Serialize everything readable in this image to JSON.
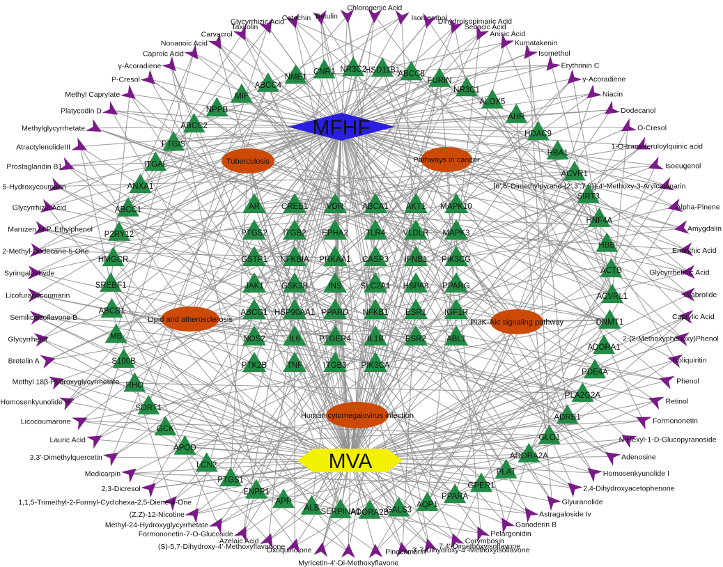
{
  "colors": {
    "compound": "#7a1a88",
    "target": "#228b45",
    "pathway": "#cc4a06",
    "mfhf": "#2a1ee0",
    "mva": "#f2f200",
    "edge": "#8f8f8f"
  },
  "hubs": {
    "mfhf": "MFHF",
    "mva": "MVA"
  },
  "pathways": [
    "Tuberculosis",
    "Pathways in cancer",
    "Lipid and atherosclerosis",
    "PI3K-Akt signaling pathway",
    "Human cytomegalovirus infection"
  ],
  "inner_grid_genes": [
    [
      "AR",
      "CREB1",
      "VDR",
      "ABCA1",
      "AKT1",
      "MAPK10"
    ],
    [
      "PTGS2",
      "ITGB2",
      "EPHA2",
      "TLR4",
      "VLDLR",
      "MAPK3"
    ],
    [
      "GSTP1",
      "NFKBIA",
      "PRKAA1",
      "CASP3",
      "IFNB1",
      "PIK3CG"
    ],
    [
      "JAK1",
      "GSK3B",
      "INS",
      "SLC2A1",
      "HSPA8",
      "PPARG"
    ],
    [
      "ABCG1",
      "HSP90AA1",
      "PPARD",
      "NFKB1",
      "ESR1",
      "IGF1R"
    ],
    [
      "NOS2",
      "IL6",
      "PTGER4",
      "IL1B",
      "ESR2",
      "ABL1"
    ],
    [
      "PTK2B",
      "TNF",
      "ITGB3",
      "PIK3CA"
    ]
  ],
  "ring_genes": [
    "ABCC8",
    "FURIN",
    "NR3C1",
    "ALOX5",
    "AHR",
    "HDAC9",
    "HBA1",
    "ACVR1",
    "SIRT3",
    "HNF4A",
    "HBB",
    "ACTB",
    "ACVRL1",
    "DNMT1",
    "ADORA1",
    "PDE4A",
    "PLA2G2A",
    "ADRB1",
    "GLO1",
    "ADORA2A",
    "PLAT",
    "GPER1",
    "PPARA",
    "AQP1",
    "GALS3",
    "ADORA2B",
    "SERPINA1",
    "ALB",
    "APP",
    "ENPP1",
    "PTGS1",
    "LCN2",
    "APOD",
    "GCK",
    "SORT1",
    "RHO",
    "S100B",
    "MB",
    "ABCB1",
    "SREBF1",
    "HMGCR",
    "P2RY12",
    "ABCC1",
    "ANXA1",
    "ITGAL",
    "PTGIS",
    "ABCC2",
    "NPPB",
    "MIF",
    "ABCC4",
    "NME1",
    "CNR1",
    "NR3C2",
    "HSD11B1"
  ],
  "compounds": [
    "Chlorogenic Acid",
    "Isomenthol",
    "Dihydroisopimaric Acid",
    "Sebacic Acid",
    "Anisic Acid",
    "Kumatakenin",
    "Isomethol",
    "Erythrinin C",
    "γ-Acoradiene",
    "Niacin",
    "Dodecanol",
    "O-Cresol",
    "1-O-trans-feruloylquinic acid",
    "Isoeugenol",
    "[6',6'-Dimethylpyrano-(2',3':7,8)]-4'-Methoxy-3-Arylcoumarin",
    "Alpha-Pinene",
    "Amygdalin",
    "Enanthic Acid",
    "Glycyrrhetinic Acid",
    "Glabrolide",
    "Caprylic Acid",
    "2-(2-Methoxyphenoxy)Phenol",
    "Isoliquiritin",
    "Phenol",
    "Retinol",
    "Formononetin",
    "N-Hexyl-1-D-Glucopyranoside",
    "Adenosine",
    "Homosenkyunolide I",
    "2,4-Dihydroxyacetophenone",
    "Glyuranolide",
    "Astragaloside Iv",
    "Ganoderin B",
    "Pelargonidin",
    "Corymbosin",
    "7,4'-Dimethoxyisoflavone",
    "3',7-Dihydroxy-4'-Methoxyisoflavone",
    "Pinocembrin",
    "Myricetin-4'-Di-Methoxyflavone",
    "Oxoquinolone",
    "(S)-5,7-Dihydroxy-4'-Methoxyflavanone",
    "Azelaic Acid",
    "Formononetin-7-O-Glucoside",
    "Methyl-24-Hydroxyglycyrrhetate",
    "(Z,Z)-12-Nicotine",
    "1,1,5-Trimethyl-2-Formyl-Cyclohexa-2,5-Diene-4-One",
    "2,3-Dicresol",
    "Medicarpin",
    "3,3'-Dimethylquercetin",
    "Lauric Acid",
    "Licocoumarone",
    "Homosenkyunolide H",
    "Methyl 18β-Hydroxyglycyrrhetate",
    "Bretelin A",
    "Glycyrrhetol",
    "Semilicoisoflavone B",
    "Licofuranocoumarin",
    "Syringaldehyde",
    "2-Methyl-Dodecane-5-One",
    "Maruzen M.P. Ethylphenol",
    "Glycyrrhizic Acid",
    "5-Hydroxycoumarin",
    "Prostaglandin B1",
    "AtractylenolideIII",
    "Methylglycyrrhetate",
    "Platycodin D",
    "Methyl Caprylate",
    "P-Cresol",
    "γ-Acoradiene",
    "Caproic Acid",
    "Nonanoic Acid",
    "Carvacrol",
    "Taxifolin",
    "Glycyrrhizic Acid",
    "Catechin",
    "Betulin"
  ]
}
